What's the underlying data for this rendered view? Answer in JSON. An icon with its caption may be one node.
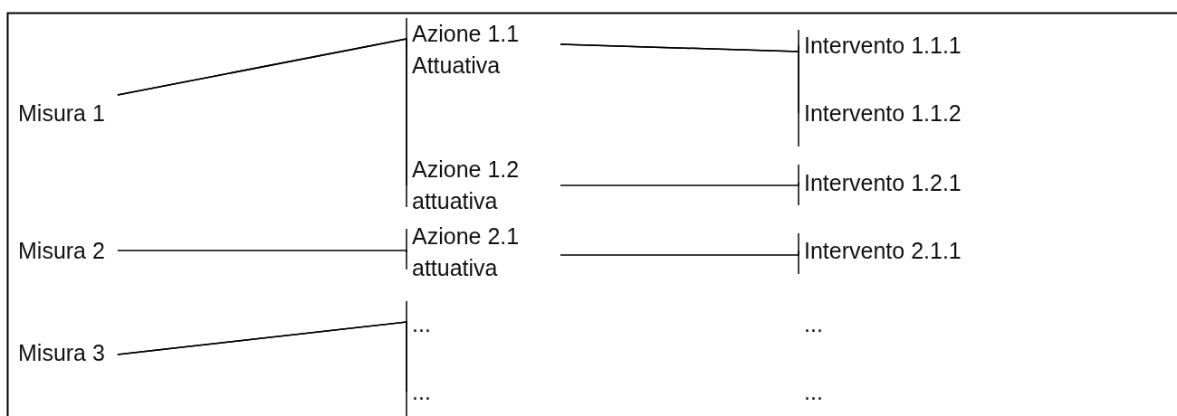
{
  "diagram": {
    "nodes": [
      {
        "text": [
          "Misura 1"
        ]
      },
      {
        "text": [
          "Azione 1.1 Attuativa"
        ]
      },
      {
        "text": [
          "Intervento 1.1.1"
        ]
      },
      {
        "text": [
          "Intervento 1.1.2"
        ]
      },
      {
        "text": [
          "Azione 1.2 attuativa"
        ]
      },
      {
        "text": [
          "Intervento 1.2.1"
        ]
      },
      {
        "text": [
          "Misura 2"
        ]
      },
      {
        "text": [
          "Azione 2.1 attuativa"
        ]
      },
      {
        "text": [
          "Intervento 2.1.1"
        ]
      },
      {
        "text": [
          "Misura 3"
        ]
      },
      {
        "text": [
          "..."
        ]
      },
      {
        "text": [
          "..."
        ]
      }
    ],
    "edges": [
      {
        "from": 0,
        "to": 1,
        "arrow": "none"
      },
      {
        "from": 0,
        "to": 4,
        "arrow": "none"
      },
      {
        "from": 1,
        "to": 2,
        "arrow": "none"
      },
      {
        "from": 1,
        "to": 3,
        "arrow": "none"
      },
      {
        "from": 4,
        "to": 5,
        "arrow": "none"
      },
      {
        "from": 6,
        "to": 7,
        "arrow": "none"
      },
      {
        "from": 7,
        "to": 8,
        "arrow": "none"
      },
      {
        "from": 9,
        "to": 10,
        "arrow": "none"
      },
      {
        "from": 9,
        "to": 11,
        "arrow": "none"
      }
    ],
    "labels": [
      "...",
      "..."
    ]
  }
}
